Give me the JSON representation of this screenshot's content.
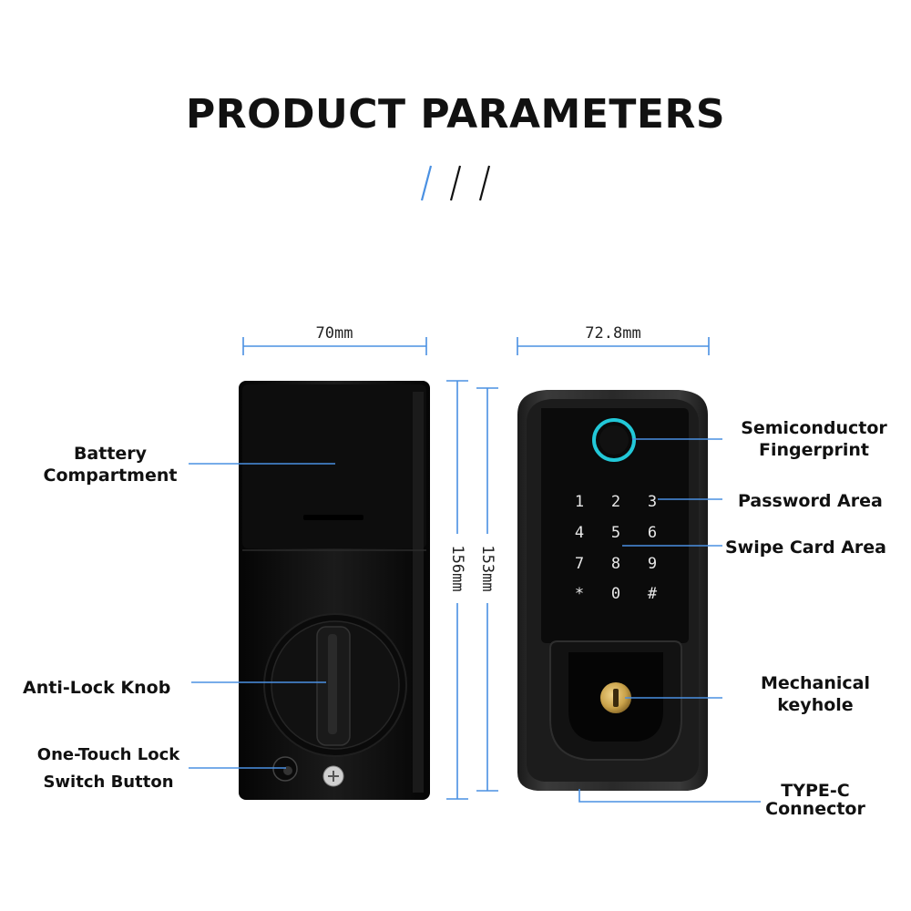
{
  "title": "PRODUCT PARAMETERS",
  "dimensions": {
    "back_width": "70mm",
    "front_width": "72.8mm",
    "back_height": "156mm",
    "front_height": "153mm"
  },
  "back_labels": {
    "battery": [
      "Battery",
      "Compartment"
    ],
    "knob": "Anti-Lock Knob",
    "switch": [
      "One-Touch Lock",
      "Switch Button"
    ]
  },
  "front_labels": {
    "fingerprint": [
      "Semiconductor",
      "Fingerprint"
    ],
    "password": "Password Area",
    "card": "Swipe Card Area",
    "keyhole": [
      "Mechanical",
      "keyhole"
    ],
    "typec": [
      "TYPE-C",
      "Connector"
    ]
  },
  "keypad": [
    "1",
    "2",
    "3",
    "4",
    "5",
    "6",
    "7",
    "8",
    "9",
    "*",
    "0",
    "#"
  ],
  "colors": {
    "accent": "#4a90e2",
    "body": "#121212",
    "fingerprint": "#22c8d8",
    "brass": "#c9a24a"
  }
}
